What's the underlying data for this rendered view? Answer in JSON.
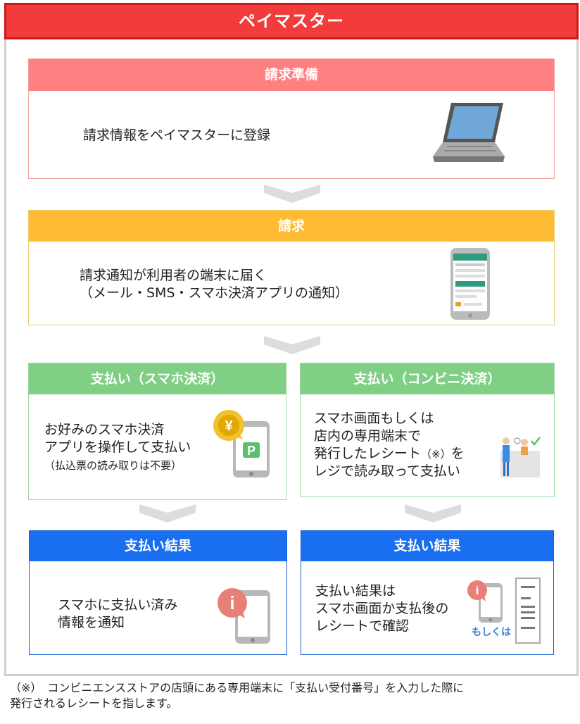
{
  "title": "ペイマスター",
  "steps": {
    "billing_prep": {
      "header": "請求準備",
      "text": "請求情報をペイマスターに登録",
      "header_color": "#ff8080",
      "border_color": "#f0a0a0"
    },
    "billing": {
      "header": "請求",
      "lines": [
        "請求通知が利用者の端末に届く",
        "（メール・SMS・スマホ決済アプリの通知）"
      ],
      "header_color": "#ffbb33",
      "border_color": "#e8d070"
    },
    "pay_smartphone": {
      "header": "支払い（スマホ決済）",
      "lines": [
        "お好みのスマホ決済",
        "アプリを操作して支払い",
        "（払込票の読み取りは不要）"
      ],
      "header_color": "#7fcf85",
      "border_color": "#9fd8a4"
    },
    "pay_convenience": {
      "header": "支払い（コンビニ決済）",
      "lines": [
        "スマホ画面もしくは",
        "店内の専用端末で",
        "発行したレシート",
        "（※）",
        "を",
        "レジで読み取って支払い"
      ],
      "header_color": "#7fcf85",
      "border_color": "#9fd8a4"
    },
    "result_smartphone": {
      "header": "支払い結果",
      "lines": [
        "スマホに支払い済み",
        "情報を通知"
      ],
      "header_color": "#1a6ff0",
      "border_color": "#1a5fd0"
    },
    "result_convenience": {
      "header": "支払い結果",
      "lines": [
        "支払い結果は",
        "スマホ画面か支払後の",
        "レシートで確認"
      ],
      "or_label": "もしくは",
      "header_color": "#1a6ff0",
      "border_color": "#1a5fd0"
    }
  },
  "icons": {
    "yen_symbol": "¥",
    "parking_symbol": "P",
    "info_symbol": "i"
  },
  "colors": {
    "title_red": "#f23b3b",
    "chevron_gray": "#dcdcdc",
    "accent_blue": "#1a6ff0"
  },
  "footnote": {
    "line1": "（※）　コンビニエンスストアの店頭にある専用端末に「支払い受付番号」を入力した際に",
    "line2": "発行されるレシートを指します。"
  }
}
